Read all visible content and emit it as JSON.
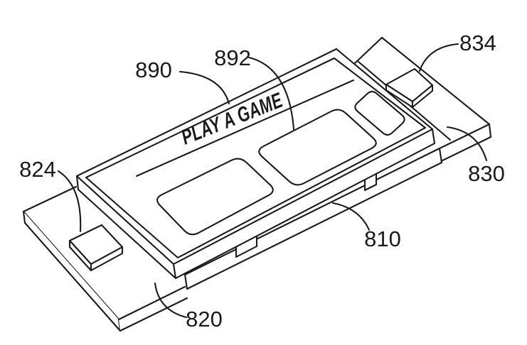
{
  "figure": {
    "kind": "patent-line-drawing",
    "screen_text": "PLAY A GAME",
    "background_color": "#ffffff",
    "line_color": "#1b1b1b",
    "labels": {
      "label_890": "890",
      "label_892": "892",
      "label_834": "834",
      "label_824": "824",
      "label_830": "830",
      "label_810": "810",
      "label_820": "820"
    }
  }
}
